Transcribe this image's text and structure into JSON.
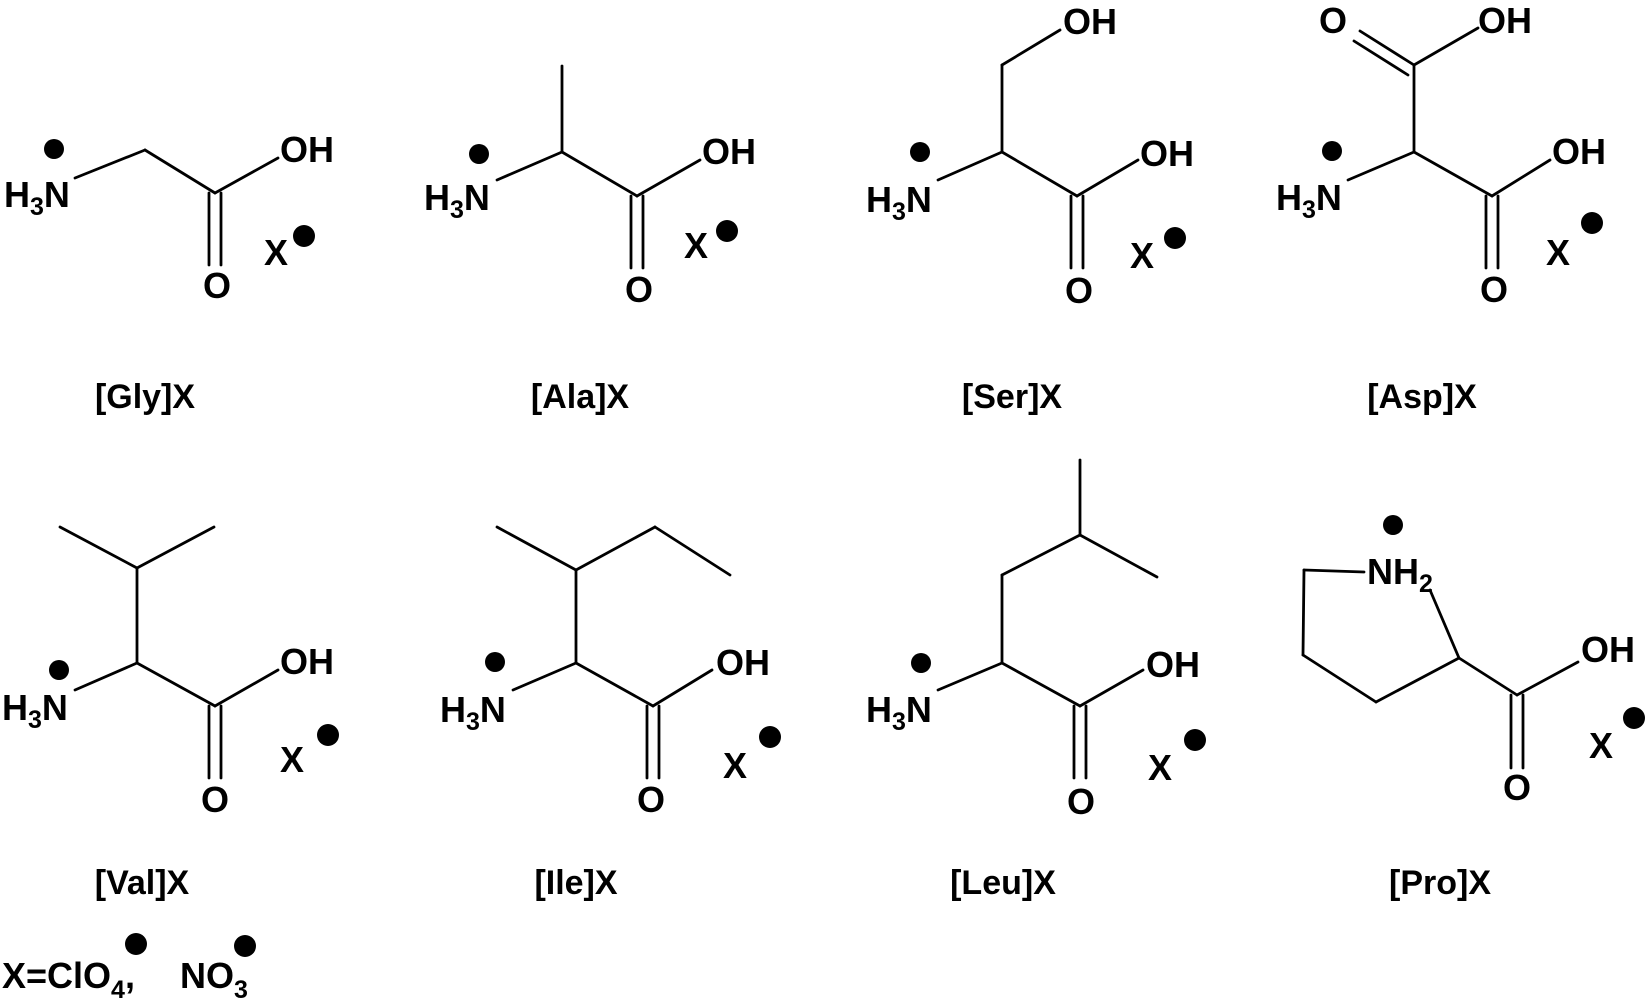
{
  "labels": {
    "gly": "[Gly]X",
    "ala": "[Ala]X",
    "ser": "[Ser]X",
    "asp": "[Asp]X",
    "val": "[Val]X",
    "ile": "[Ile]X",
    "leu": "[Leu]X",
    "pro": "[Pro]X"
  },
  "atoms": {
    "h": "H",
    "three": "3",
    "n": "N",
    "o": "O",
    "oh": "OH",
    "x": "X",
    "two": "2",
    "four": "4"
  },
  "legend": {
    "prefix": "X=ClO",
    "separator": ",",
    "no": "NO"
  }
}
